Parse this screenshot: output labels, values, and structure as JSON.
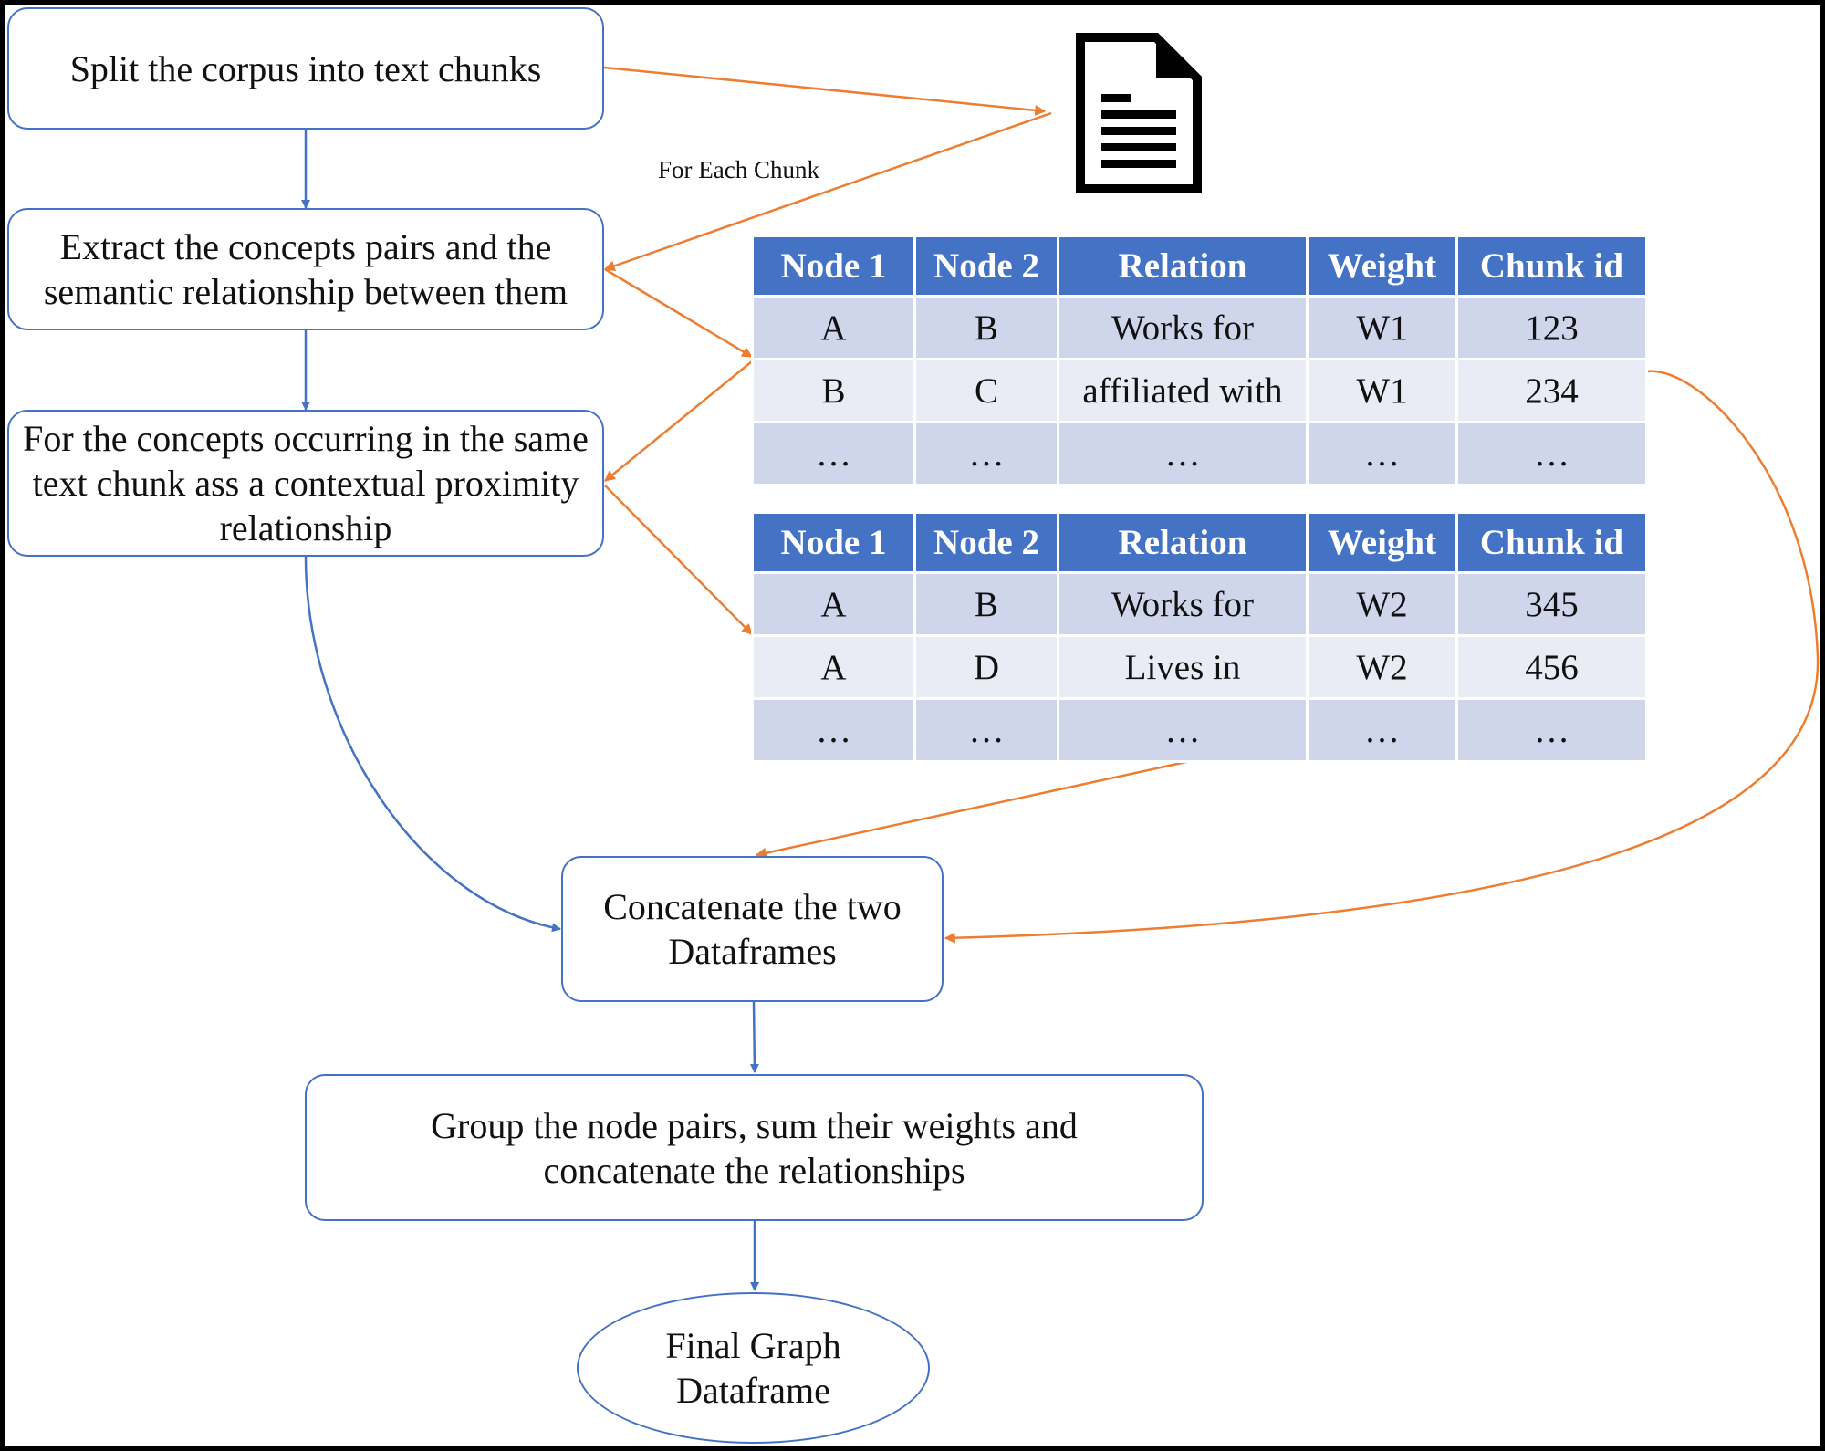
{
  "steps": {
    "split": "Split the corpus into text chunks",
    "extract": "Extract the concepts pairs and the semantic relationship between them",
    "proximity": "For the concepts occurring in the same text chunk ass a contextual proximity relationship",
    "concat": "Concatenate the two Dataframes",
    "group": "Group the node pairs, sum their weights and concatenate the relationships",
    "final": "Final Graph Dataframe"
  },
  "edge_label": "For Each Chunk",
  "icons": {
    "document": "document-icon"
  },
  "colors": {
    "flow": "#4472c4",
    "data_flow": "#ed7d31",
    "header": "#4472c4",
    "row_odd": "#cfd5ea",
    "row_even": "#e9ebf5"
  },
  "table1": {
    "headers": [
      "Node 1",
      "Node 2",
      "Relation",
      "Weight",
      "Chunk id"
    ],
    "rows": [
      [
        "A",
        "B",
        "Works for",
        "W1",
        "123"
      ],
      [
        "B",
        "C",
        "affiliated with",
        "W1",
        "234"
      ],
      [
        "…",
        "…",
        "…",
        "…",
        "…"
      ]
    ]
  },
  "table2": {
    "headers": [
      "Node 1",
      "Node 2",
      "Relation",
      "Weight",
      "Chunk id"
    ],
    "rows": [
      [
        "A",
        "B",
        "Works for",
        "W2",
        "345"
      ],
      [
        "A",
        "D",
        "Lives in",
        "W2",
        "456"
      ],
      [
        "…",
        "…",
        "…",
        "…",
        "…"
      ]
    ]
  }
}
